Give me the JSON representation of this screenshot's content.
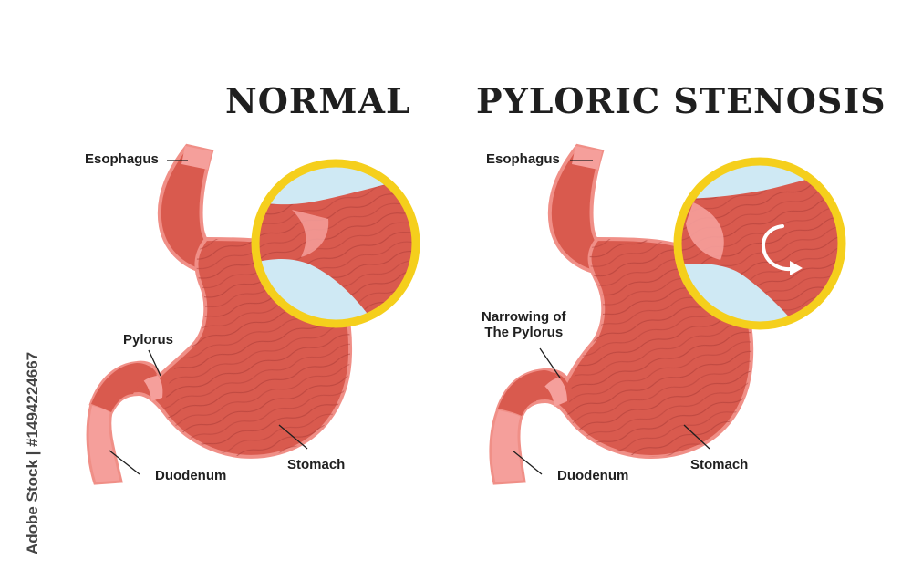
{
  "titles": {
    "normal": "NORMAL",
    "stenosis": "PYLORIC STENOSIS"
  },
  "normal_labels": {
    "esophagus": "Esophagus",
    "pylorus": "Pylorus",
    "duodenum": "Duodenum",
    "stomach": "Stomach"
  },
  "stenosis_labels": {
    "esophagus": "Esophagus",
    "narrowing_line1": "Narrowing of",
    "narrowing_line2": "The Pylorus",
    "duodenum": "Duodenum",
    "stomach": "Stomach"
  },
  "watermark": "Adobe Stock | #1494224667",
  "colors": {
    "stomach_muscle": "#d95a4e",
    "stomach_outline": "#f08f87",
    "esophagus_pink": "#f59f9b",
    "magnifier_ring": "#f5cf1c",
    "lumen_blue": "#cfe9f4",
    "fiber_lines": "#b3403a",
    "text": "#1f1f1f"
  }
}
